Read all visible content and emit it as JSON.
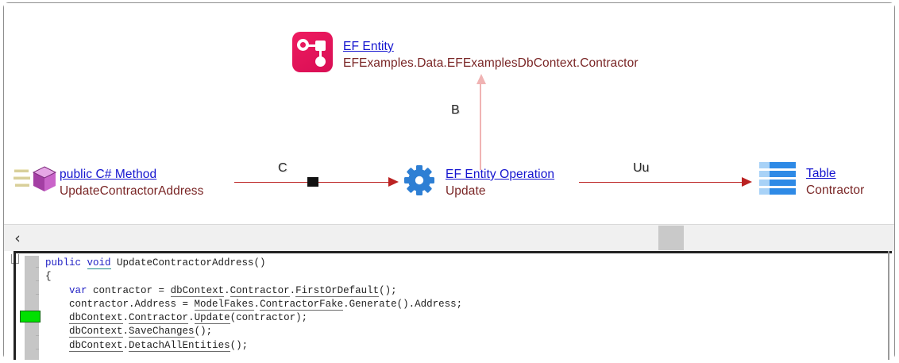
{
  "diagram": {
    "nodes": [
      {
        "id": "ef-entity",
        "icon": "ef-entity-icon",
        "title": "EF Entity",
        "subtitle": "EFExamples.Data.EFExamplesDbContext.Contractor"
      },
      {
        "id": "csharp-method",
        "icon": "csharp-method-icon",
        "title": " public C# Method",
        "subtitle": "UpdateContractorAddress"
      },
      {
        "id": "ef-entity-operation",
        "icon": "gear-icon",
        "title": "EF Entity Operation",
        "subtitle": "Update"
      },
      {
        "id": "table",
        "icon": "table-icon",
        "title": "Table",
        "subtitle": "Contractor"
      }
    ],
    "edges": [
      {
        "id": "method-to-operation",
        "label": "C",
        "direction": "right"
      },
      {
        "id": "operation-to-table",
        "label": "Uu",
        "direction": "right"
      },
      {
        "id": "operation-to-entity",
        "label": "B",
        "direction": "up"
      }
    ],
    "colors": {
      "entity_icon": "#e8115b",
      "gear": "#2e7fd4",
      "table_bar": "#2e8ae6",
      "link_text": "#1414cf",
      "subtitle_text": "#7a2626",
      "connector": "#bb2222",
      "vertical_connector": "#f0b3b3",
      "coverage_marker": "#00e000"
    }
  },
  "scrollbar": {
    "left_button_icon": "chevron-left-icon",
    "left_button_glyph": "‹"
  },
  "code": {
    "lines": [
      [
        {
          "t": "public ",
          "s": "kw"
        },
        {
          "t": "void",
          "s": "kw-u"
        },
        {
          "t": " UpdateContractorAddress()",
          "s": "plain"
        }
      ],
      [
        {
          "t": "{",
          "s": "plain"
        }
      ],
      [
        {
          "t": "    ",
          "s": "plain"
        },
        {
          "t": "var",
          "s": "kw"
        },
        {
          "t": " contractor = ",
          "s": "plain"
        },
        {
          "t": "dbContext",
          "s": "idu"
        },
        {
          "t": ".",
          "s": "plain"
        },
        {
          "t": "Contractor",
          "s": "idu"
        },
        {
          "t": ".",
          "s": "plain"
        },
        {
          "t": "FirstOrDefault",
          "s": "idu"
        },
        {
          "t": "();",
          "s": "plain"
        }
      ],
      [
        {
          "t": "    contractor.Address = ",
          "s": "plain"
        },
        {
          "t": "ModelFakes",
          "s": "idu"
        },
        {
          "t": ".",
          "s": "plain"
        },
        {
          "t": "ContractorFake",
          "s": "idu"
        },
        {
          "t": ".Generate().Address;",
          "s": "plain"
        }
      ],
      [
        {
          "t": "    ",
          "s": "plain"
        },
        {
          "t": "dbContext",
          "s": "idu"
        },
        {
          "t": ".",
          "s": "plain"
        },
        {
          "t": "Contractor",
          "s": "idu"
        },
        {
          "t": ".",
          "s": "plain"
        },
        {
          "t": "Update",
          "s": "idu"
        },
        {
          "t": "(contractor);",
          "s": "plain"
        }
      ],
      [
        {
          "t": "    ",
          "s": "plain"
        },
        {
          "t": "dbContext",
          "s": "idu"
        },
        {
          "t": ".",
          "s": "plain"
        },
        {
          "t": "SaveChanges",
          "s": "idu"
        },
        {
          "t": "();",
          "s": "plain"
        }
      ],
      [
        {
          "t": "    ",
          "s": "plain"
        },
        {
          "t": "dbContext",
          "s": "idu"
        },
        {
          "t": ".",
          "s": "plain"
        },
        {
          "t": "DetachAllEntities",
          "s": "idu"
        },
        {
          "t": "();",
          "s": "plain"
        }
      ]
    ]
  }
}
